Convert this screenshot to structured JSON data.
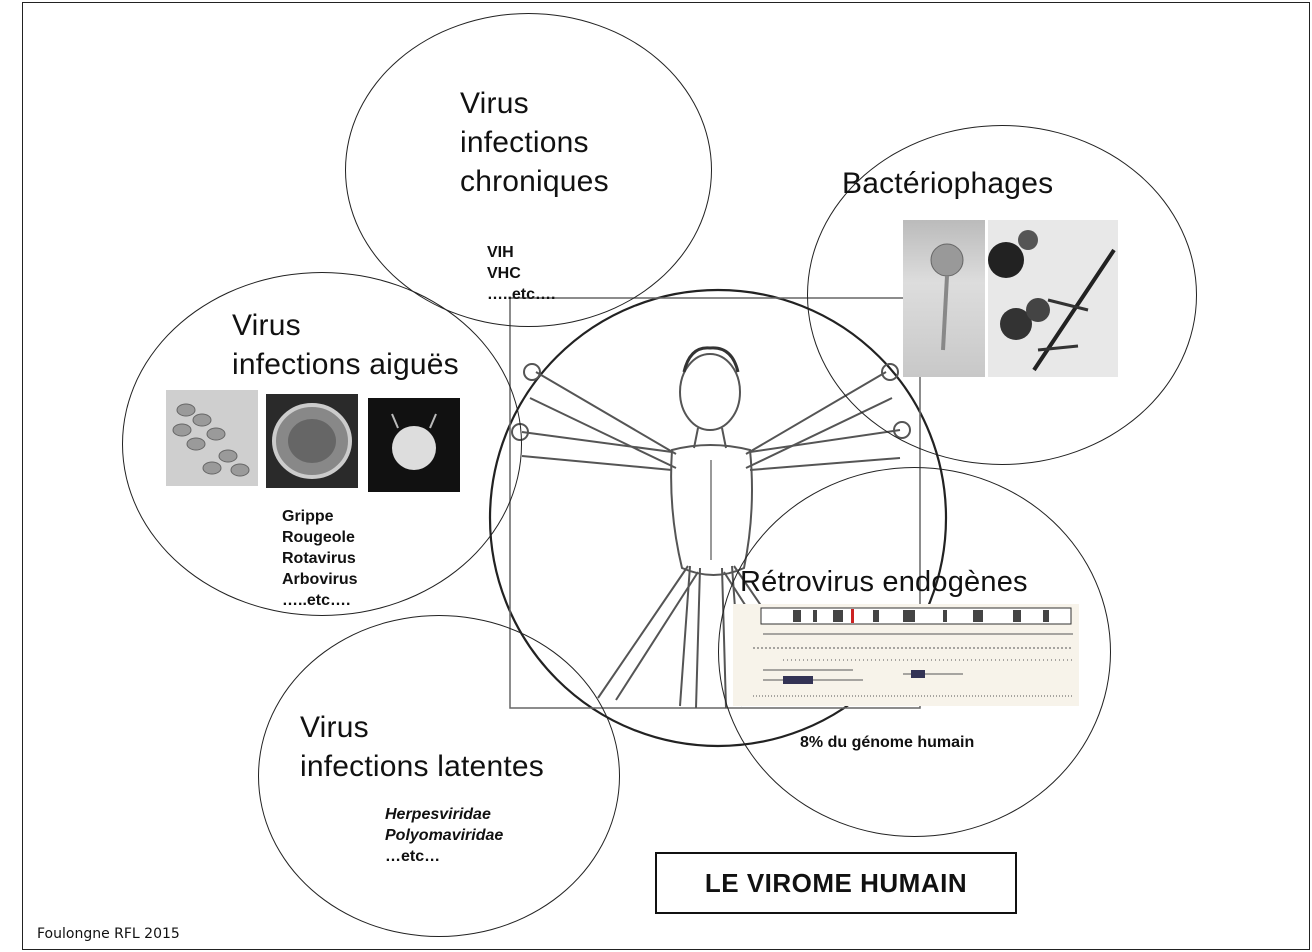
{
  "circles": {
    "chronic": {
      "title_lines": [
        "Virus",
        "infections",
        "chroniques"
      ],
      "items": [
        "VIH",
        "VHC",
        "…..etc…."
      ]
    },
    "bacteriophages": {
      "title": "Bactériophages"
    },
    "acute": {
      "title_lines": [
        "Virus",
        "infections aiguës"
      ],
      "items": [
        "Grippe",
        "Rougeole",
        "Rotavirus",
        "Arbovirus",
        "…..etc…."
      ]
    },
    "retro": {
      "title": "Rétrovirus endogènes",
      "note": "8% du génome humain"
    },
    "latent": {
      "title_lines": [
        "Virus",
        "infections latentes"
      ],
      "items": [
        "Herpesviridae",
        "Polyomaviridae",
        "…etc…"
      ]
    }
  },
  "label": "LE VIROME HUMAIN",
  "credit": "Foulongne RFL 2015",
  "colors": {
    "line": "#222222",
    "ink": "#111111",
    "background": "#ffffff"
  }
}
